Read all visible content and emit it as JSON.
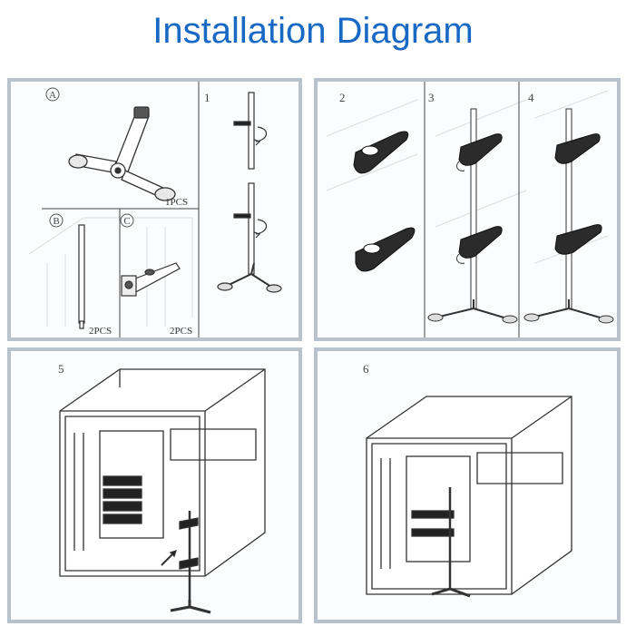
{
  "title": "Installation Diagram",
  "parts": {
    "a": {
      "marker": "A",
      "qty": "1PCS"
    },
    "b": {
      "marker": "B",
      "qty": "2PCS"
    },
    "c": {
      "marker": "C",
      "qty": "2PCS"
    }
  },
  "steps": [
    "1",
    "2",
    "3",
    "4",
    "5",
    "6"
  ]
}
